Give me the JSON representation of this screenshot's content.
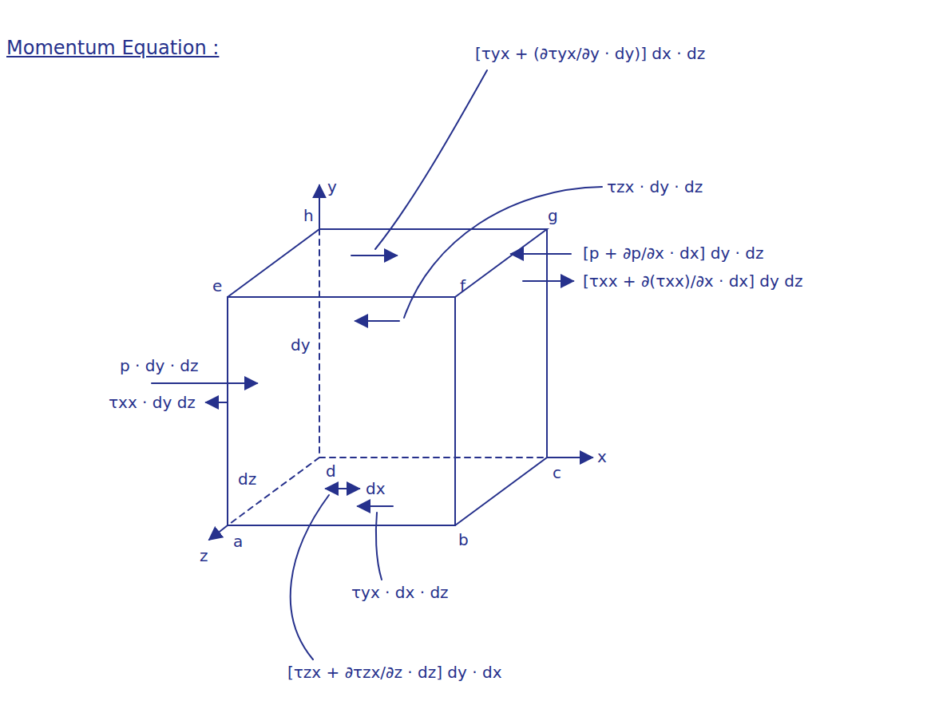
{
  "diagram": {
    "title": "Momentum Equation :",
    "labels": [
      "[τyx + (∂τyx/∂y · dy)] dx · dz",
      "y",
      "h",
      "g",
      "e",
      "f",
      "τzx · dy · dz",
      "[p + ∂p/∂x · dx] dy · dz",
      "[τxx + ∂(τxx)/∂x · dx] dy dz",
      "x",
      "c",
      "dy",
      "p · dy · dz",
      "τxx · dy dz",
      "dz",
      "d",
      "dx",
      "z",
      "a",
      "b",
      "τyx · dx · dz",
      "[τzx + ∂τzx/∂z · dz] dy · dx"
    ]
  }
}
